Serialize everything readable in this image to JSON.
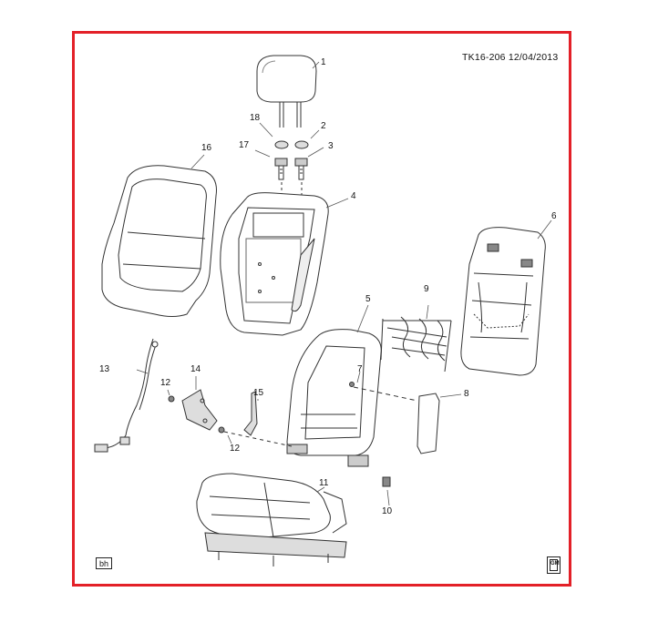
{
  "header": {
    "ref_code": "TK16-206  12/04/2013"
  },
  "badge": {
    "bh": "bh"
  },
  "logo": {
    "text": "GM"
  },
  "callouts": {
    "c1": "1",
    "c2": "2",
    "c3": "3",
    "c4": "4",
    "c5": "5",
    "c6": "6",
    "c7": "7",
    "c8": "8",
    "c9": "9",
    "c10": "10",
    "c11": "11",
    "c12a": "12",
    "c12b": "12",
    "c13": "13",
    "c14": "14",
    "c15": "15",
    "c16": "16",
    "c17": "17",
    "c18": "18"
  },
  "colors": {
    "frame": "#e32028",
    "line": "#333333",
    "shade": "#c8c8c8"
  }
}
